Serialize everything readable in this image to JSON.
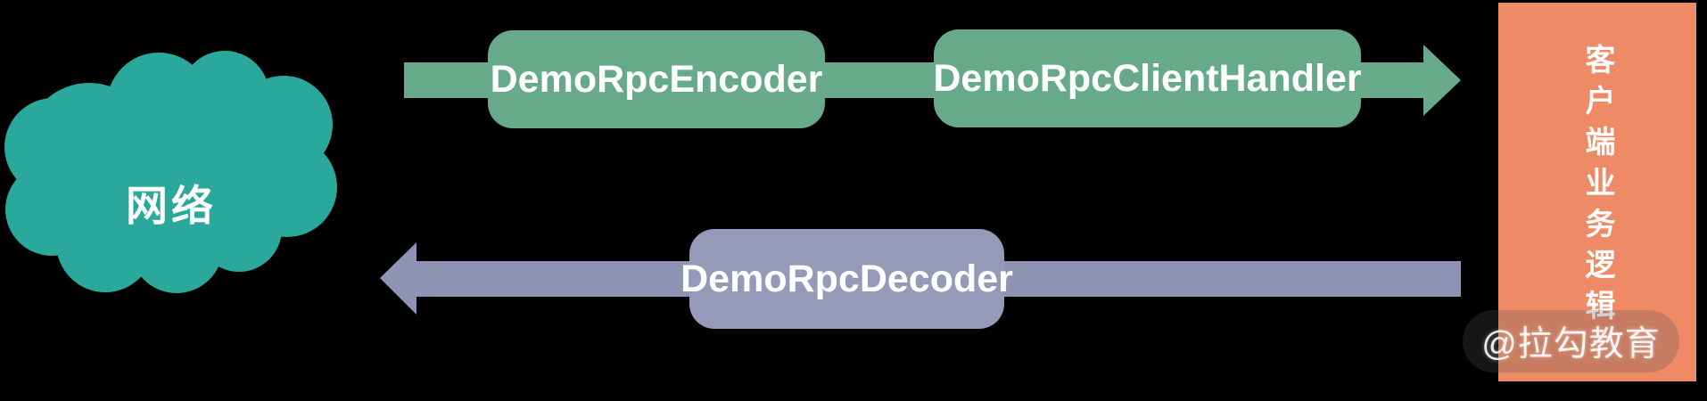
{
  "background_color": "#000000",
  "cloud": {
    "label": "网络",
    "fill": "#2aa89b",
    "text_color": "#ffffff"
  },
  "request_flow": {
    "direction": "left-to-right",
    "arrow_color": "#68ab8c",
    "encoder_box": {
      "label": "DemoRpcEncoder",
      "fill": "#66aa8b",
      "text_color": "#ffffff"
    },
    "handler_box": {
      "label": "DemoRpcClientHandler",
      "fill": "#66aa8b",
      "text_color": "#ffffff"
    }
  },
  "response_flow": {
    "direction": "right-to-left",
    "arrow_color": "#9094b4",
    "decoder_box": {
      "label": "DemoRpcDecoder",
      "fill": "#9799b9",
      "text_color": "#ffffff"
    }
  },
  "client_panel": {
    "label": "客户端业务逻辑",
    "fill": "#ef8a66",
    "text_color": "#ffffff"
  },
  "watermark": {
    "label": "@拉勾教育"
  }
}
